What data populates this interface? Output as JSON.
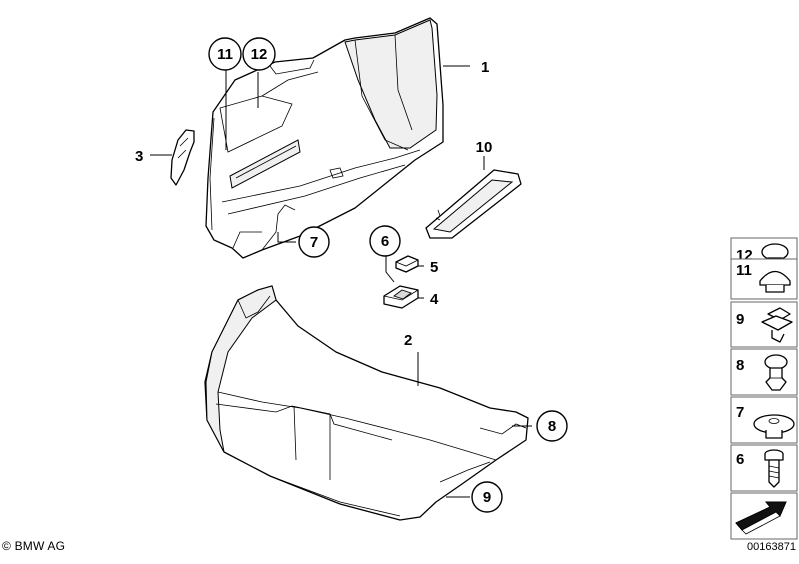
{
  "copyright": "© BMW AG",
  "diagram_id": "00163871",
  "callouts": [
    {
      "id": "c1",
      "label": "1"
    },
    {
      "id": "c2",
      "label": "2"
    },
    {
      "id": "c3",
      "label": "3"
    },
    {
      "id": "c4",
      "label": "4"
    },
    {
      "id": "c5",
      "label": "5"
    },
    {
      "id": "c6",
      "label": "6"
    },
    {
      "id": "c7",
      "label": "7"
    },
    {
      "id": "c8",
      "label": "8"
    },
    {
      "id": "c9",
      "label": "9"
    },
    {
      "id": "c10",
      "label": "10"
    },
    {
      "id": "c11",
      "label": "11"
    },
    {
      "id": "c12",
      "label": "12"
    }
  ],
  "legend": [
    {
      "label": "12",
      "icon": "push-rivet-icon"
    },
    {
      "label": "11",
      "icon": "cap-plug-icon"
    },
    {
      "label": "9",
      "icon": "clip-nut-icon"
    },
    {
      "label": "8",
      "icon": "expanding-rivet-icon"
    },
    {
      "label": "7",
      "icon": "body-nut-icon"
    },
    {
      "label": "6",
      "icon": "screw-icon"
    }
  ],
  "legend_arrow_icon": "direction-arrow-icon"
}
